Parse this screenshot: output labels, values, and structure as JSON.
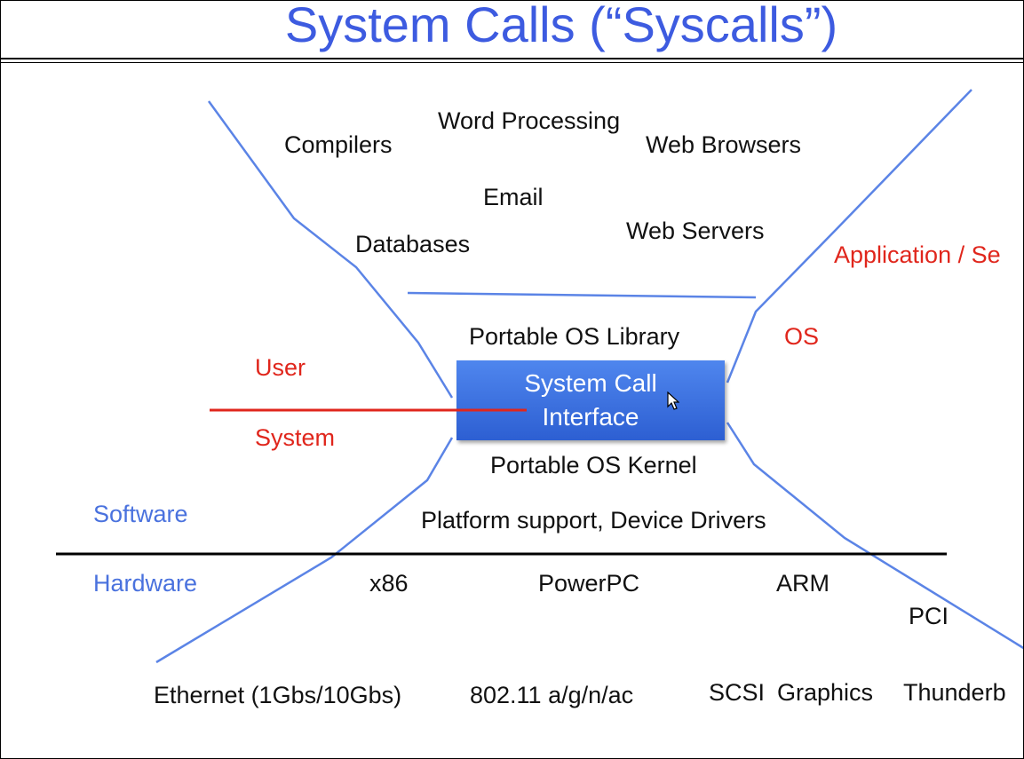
{
  "title": "System Calls (“Syscalls”)",
  "colors": {
    "title": "#3d5be0",
    "lines": "#5b84e6",
    "red": "#e0261c",
    "box": "#3f72e2"
  },
  "apps": {
    "compilers": "Compilers",
    "word_processing": "Word Processing",
    "web_browsers": "Web Browsers",
    "email": "Email",
    "databases": "Databases",
    "web_servers": "Web Servers"
  },
  "layers": {
    "application": "Application / Se",
    "os": "OS",
    "portable_os_library": "Portable OS Library",
    "user": "User",
    "system": "System",
    "syscall_interface": {
      "line1": "System Call",
      "line2": "Interface"
    },
    "portable_os_kernel": "Portable OS Kernel",
    "software": "Software",
    "platform_support": "Platform support,  Device Drivers",
    "hardware": "Hardware"
  },
  "hardware": {
    "x86": "x86",
    "powerpc": "PowerPC",
    "arm": "ARM",
    "pci": "PCI",
    "ethernet": "Ethernet (1Gbs/10Gbs)",
    "wifi": "802.11 a/g/n/ac",
    "scsi": "SCSI",
    "graphics": "Graphics",
    "thunderbolt": "Thunderb"
  }
}
